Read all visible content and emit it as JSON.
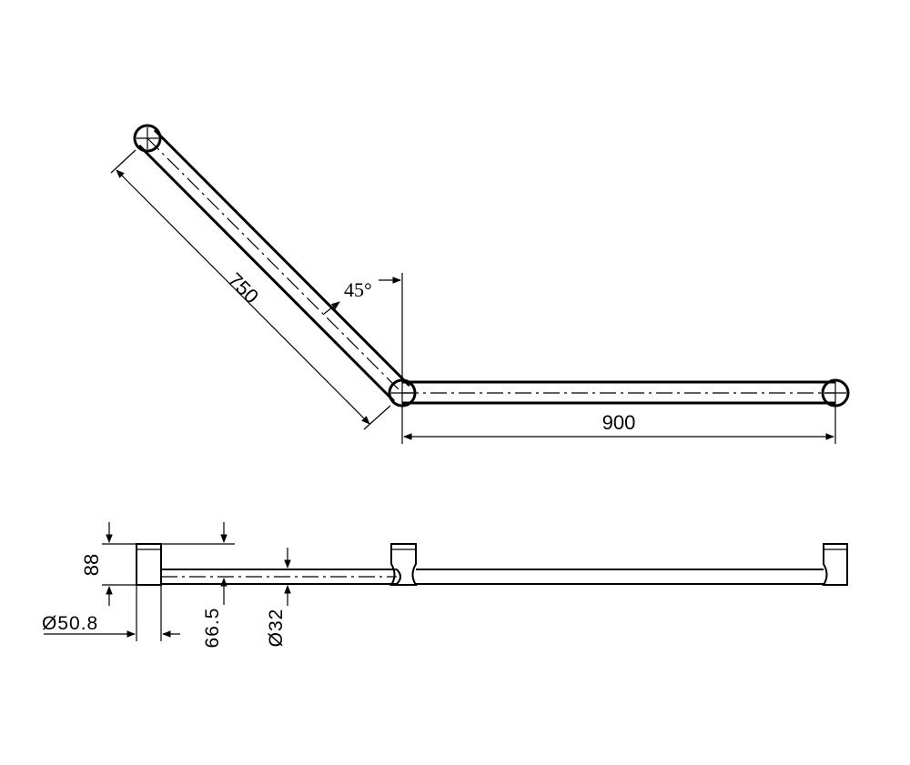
{
  "dimensions": {
    "angled_length": "750",
    "angle": "45°",
    "straight_length": "900",
    "flange_height": "88",
    "flange_diameter": "Ø50.8",
    "offset": "66.5",
    "tube_diameter": "Ø32"
  },
  "colors": {
    "line": "#000000",
    "background": "#ffffff"
  }
}
